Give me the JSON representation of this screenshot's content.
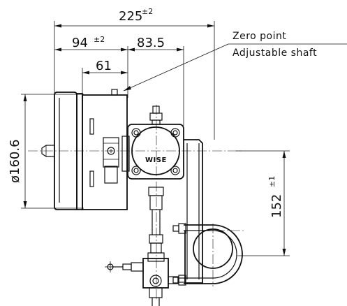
{
  "dimensions": {
    "overall_length": {
      "value": "225",
      "tolerance": "±2"
    },
    "gauge_depth": {
      "value": "94",
      "tolerance": "±2"
    },
    "mount_offset": {
      "value": "83.5"
    },
    "case_depth": {
      "value": "61"
    },
    "dial_diameter": {
      "value": "ø160.6"
    },
    "pipe_center_height": {
      "value": "152",
      "tolerance": "±1"
    }
  },
  "notes": {
    "zero_point_line1": "Zero point",
    "zero_point_line2": "Adjustable shaft"
  },
  "logo": {
    "text": "WISE"
  }
}
